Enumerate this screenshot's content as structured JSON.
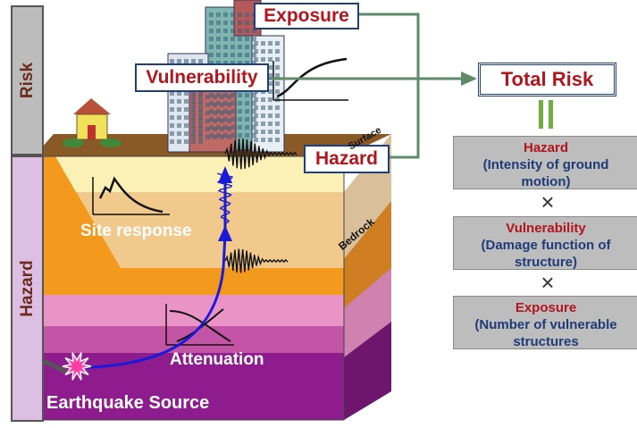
{
  "side_labels": {
    "risk": "Risk",
    "hazard": "Hazard"
  },
  "labels": {
    "exposure": "Exposure",
    "vulnerability": "Vulnerability",
    "hazard": "Hazard",
    "total_risk": "Total Risk"
  },
  "equals_sign": "||",
  "times_sign": "×",
  "panels": [
    {
      "title": "Hazard",
      "desc_lines": [
        "(Intensity of ground",
        "motion)"
      ]
    },
    {
      "title": "Vulnerability",
      "desc_lines": [
        "(Damage function of",
        "structure)"
      ]
    },
    {
      "title": "Exposure",
      "desc_lines": [
        "(Number of vulnerable",
        "structures"
      ]
    }
  ],
  "block_labels": {
    "site_response": "Site response",
    "attenuation": "Attenuation",
    "earthquake_source": "Earthquake Source",
    "bedrock": "Bedrock",
    "surface": "Surface"
  },
  "colors": {
    "title_red": "#b3151d",
    "box_border": "#1f3f7a",
    "connector_green": "#5e8a6a",
    "panel_gray": "#bdbdbd",
    "panel_text": "#1f3b78",
    "layer_yellow": "#f7e9a0",
    "layer_orange": "#f39a1e",
    "layer_pink": "#e993c6",
    "layer_magenta": "#c455a6",
    "layer_purple": "#8f1c8f",
    "ray_blue": "#1a1ad8"
  }
}
